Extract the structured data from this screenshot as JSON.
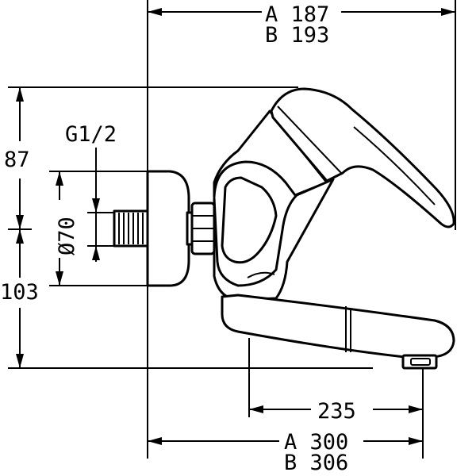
{
  "labels": {
    "top_a": "A  187",
    "top_b": "B  193",
    "left_upper": "87",
    "left_lower": "103",
    "thread": "G1/2",
    "diameter": "Ø70",
    "spout_offset": "235",
    "bottom_a": "A  300",
    "bottom_b": "B  306"
  }
}
